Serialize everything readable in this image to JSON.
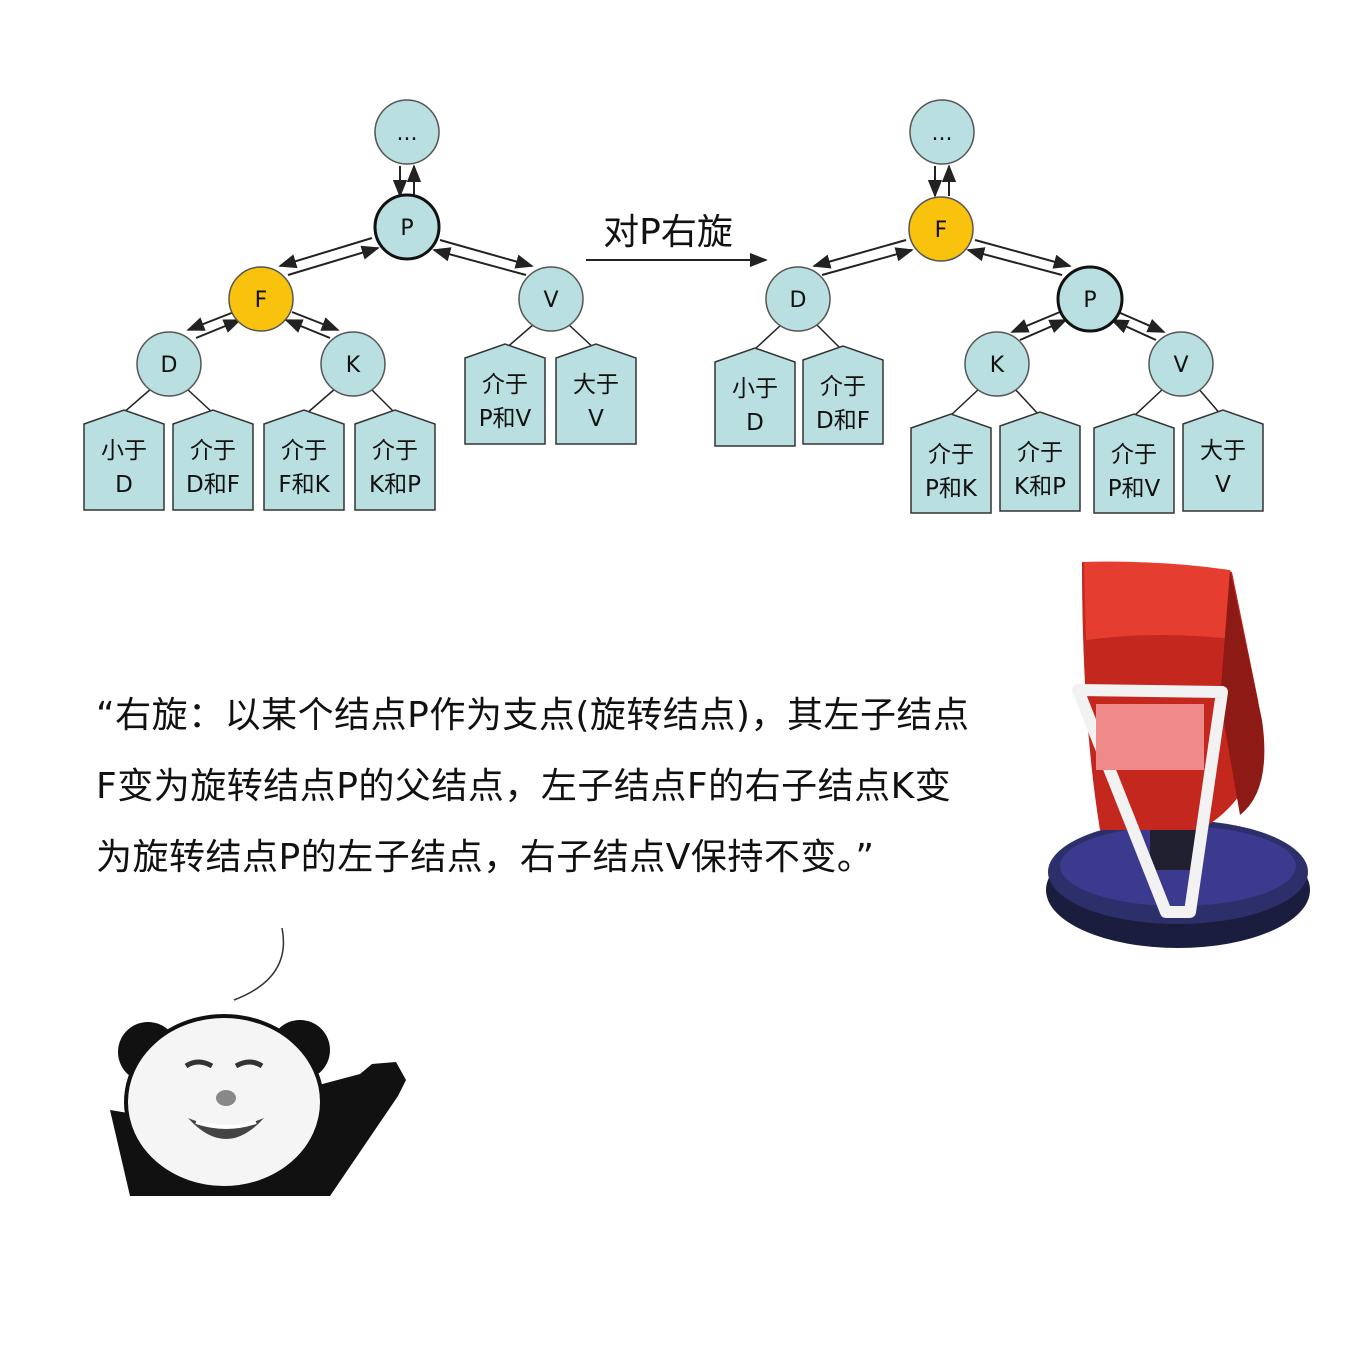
{
  "colors": {
    "node_fill": "#b9dfe1",
    "highlight_fill": "#f9c20c",
    "leaf_fill": "#b9dfe1",
    "edge": "#222222"
  },
  "operation": {
    "label": "对P右旋"
  },
  "before": {
    "root": "...",
    "nodes": {
      "p": "P",
      "f": "F",
      "v": "V",
      "d": "D",
      "k": "K"
    },
    "leaves": [
      {
        "line1": "小于",
        "line2": "D"
      },
      {
        "line1": "介于",
        "line2": "D和F"
      },
      {
        "line1": "介于",
        "line2": "F和K"
      },
      {
        "line1": "介于",
        "line2": "K和P"
      },
      {
        "line1": "介于",
        "line2": "P和V"
      },
      {
        "line1": "大于",
        "line2": "V"
      }
    ]
  },
  "after": {
    "root": "...",
    "nodes": {
      "f": "F",
      "d": "D",
      "p": "P",
      "k": "K",
      "v": "V"
    },
    "leaves": [
      {
        "line1": "小于",
        "line2": "D"
      },
      {
        "line1": "介于",
        "line2": "D和F"
      },
      {
        "line1": "介于",
        "line2": "P和K"
      },
      {
        "line1": "介于",
        "line2": "K和P"
      },
      {
        "line1": "介于",
        "line2": "P和V"
      },
      {
        "line1": "大于",
        "line2": "V"
      }
    ]
  },
  "quote": {
    "text": "“右旋：以某个结点P作为支点(旋转结点)，其左子结点F变为旋转结点P的父结点，左子结点F的右子结点K变为旋转结点P的左子结点，右子结点V保持不变。”"
  },
  "illustrations": {
    "chair": "red-spinning-chair",
    "panda": "panda-meme-waving"
  }
}
